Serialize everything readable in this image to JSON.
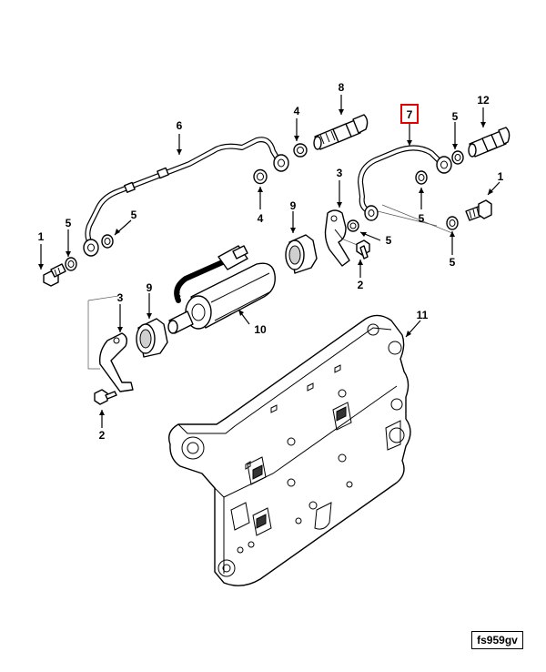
{
  "figure_id": "fs959gv",
  "highlight_color": "#e00000",
  "callouts": [
    {
      "id": "c-6",
      "label": "6",
      "highlighted": false
    },
    {
      "id": "c-4-top",
      "label": "4",
      "highlighted": false
    },
    {
      "id": "c-8",
      "label": "8",
      "highlighted": false
    },
    {
      "id": "c-7",
      "label": "7",
      "highlighted": true
    },
    {
      "id": "c-5-top",
      "label": "5",
      "highlighted": false
    },
    {
      "id": "c-12",
      "label": "12",
      "highlighted": false
    },
    {
      "id": "c-3-right",
      "label": "3",
      "highlighted": false
    },
    {
      "id": "c-1-right",
      "label": "1",
      "highlighted": false
    },
    {
      "id": "c-4-mid",
      "label": "4",
      "highlighted": false
    },
    {
      "id": "c-9-right",
      "label": "9",
      "highlighted": false
    },
    {
      "id": "c-5-mid",
      "label": "5",
      "highlighted": false
    },
    {
      "id": "c-5-bracket",
      "label": "5",
      "highlighted": false
    },
    {
      "id": "c-5-farright",
      "label": "5",
      "highlighted": false
    },
    {
      "id": "c-1-left",
      "label": "1",
      "highlighted": false
    },
    {
      "id": "c-5-left1",
      "label": "5",
      "highlighted": false
    },
    {
      "id": "c-5-left2",
      "label": "5",
      "highlighted": false
    },
    {
      "id": "c-2-right",
      "label": "2",
      "highlighted": false
    },
    {
      "id": "c-3-left",
      "label": "3",
      "highlighted": false
    },
    {
      "id": "c-9-left",
      "label": "9",
      "highlighted": false
    },
    {
      "id": "c-10",
      "label": "10",
      "highlighted": false
    },
    {
      "id": "c-11",
      "label": "11",
      "highlighted": false
    },
    {
      "id": "c-2-left",
      "label": "2",
      "highlighted": false
    }
  ]
}
